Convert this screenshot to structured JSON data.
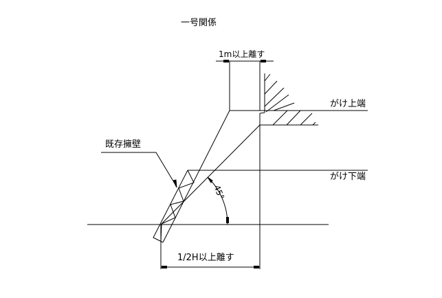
{
  "title": "一号関係",
  "labels": {
    "top_dimension": "1m以上離す",
    "cliff_top": "がけ上端",
    "cliff_bottom": "がけ下端",
    "existing_wall": "既存擁壁",
    "angle": "45°",
    "bottom_dimension": "1/2H以上離す"
  }
}
